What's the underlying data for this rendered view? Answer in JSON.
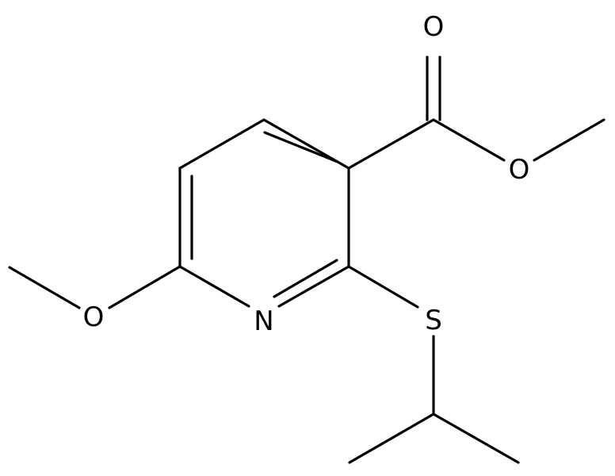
{
  "molecule": {
    "atoms": {
      "carbonyl_oxygen": "O",
      "ester_oxygen": "O",
      "methoxy_oxygen": "O",
      "ring_nitrogen": "N",
      "sulfur": "S"
    }
  },
  "colors": {
    "bond": "#000000",
    "label": "#000000",
    "background": "#ffffff"
  }
}
